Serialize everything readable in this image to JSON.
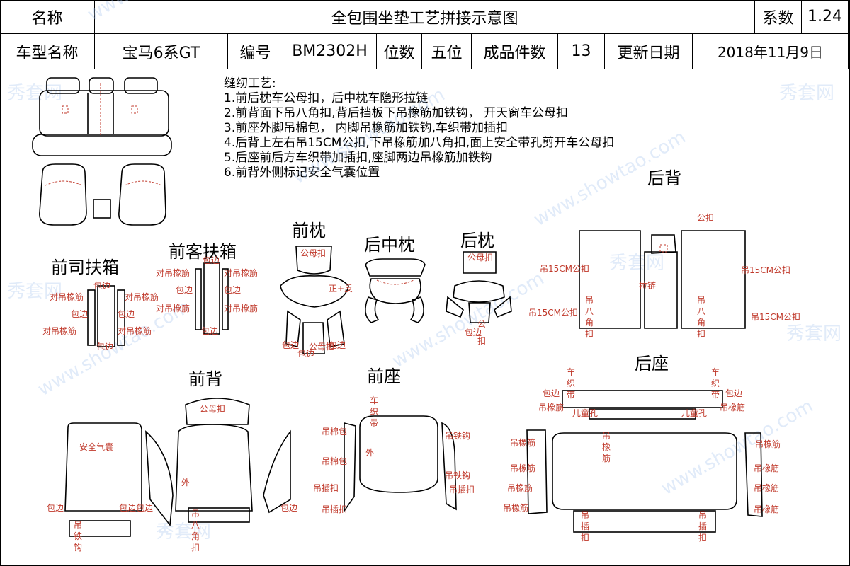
{
  "header": {
    "row1": {
      "name_label": "名称",
      "title": "全包围坐垫工艺拼接示意图",
      "coef_label": "系数",
      "coef_value": "1.24"
    },
    "row2": {
      "model_label": "车型名称",
      "model_value": "宝马6系GT",
      "code_label": "编号",
      "code_value": "BM2302H",
      "seats_label": "位数",
      "seats_value": "五位",
      "pieces_label": "成品件数",
      "pieces_value": "13",
      "date_label": "更新日期",
      "date_value": "2018年11月9日"
    }
  },
  "notes": {
    "title": "缝纫工艺:",
    "items": [
      "1.前后枕车公母扣，后中枕车隐形拉链",
      "2.前背面下吊八角扣,背后挡板下吊橡筋加铁钩， 开天窗车公母扣",
      "3.前座外脚吊棉包， 内脚吊橡筋加铁钩,车织带加插扣",
      "4.后背上左右吊15CM公扣,下吊橡筋加八角扣,面上安全带孔剪开车公母扣",
      "5.后座前后方车织带加插扣,座脚两边吊橡筋加铁钩",
      "6.前背外侧标记安全气囊位置"
    ]
  },
  "sections": {
    "front_armrest": "前司扶箱",
    "passenger_armrest": "前客扶箱",
    "front_headrest": "前枕",
    "rear_mid_headrest": "后中枕",
    "rear_headrest": "后枕",
    "rear_back": "后背",
    "front_back": "前背",
    "front_seat": "前座",
    "rear_seat": "后座"
  },
  "labels": {
    "dui_diao_xiang_jin": "对吊橡筋",
    "bao_bian": "包边",
    "diao_15cm": "吊15CM公扣",
    "diao": "吊",
    "ba": "八",
    "jiao": "角",
    "kou": "扣",
    "che": "车",
    "zhi": "织",
    "dai": "带",
    "tie": "铁",
    "gou": "钩",
    "cha": "插",
    "gong_mu": "公母扣",
    "diao_mian_bao": "吊棉包",
    "diao_tie_gou": "吊铁钩",
    "diao_cha_kou": "吊插扣",
    "wai": "外",
    "diao_xiang_jin": "吊橡筋",
    "er_tong_kong": "儿童孔",
    "an_quan_qi_nang": "安全气囊",
    "la_lian": "拉链",
    "zheng_fu": "正+反",
    "gong_kou": "公扣",
    "gong": "公",
    "xiang": "橡",
    "jin": "筋",
    "bao_bian_bao_bian": "包边包边"
  },
  "watermarks": [
    "秀套网",
    "www.showtao.com"
  ],
  "colors": {
    "annotation": "#c0392b",
    "outline": "#000000",
    "watermark": "#aac7ee"
  }
}
